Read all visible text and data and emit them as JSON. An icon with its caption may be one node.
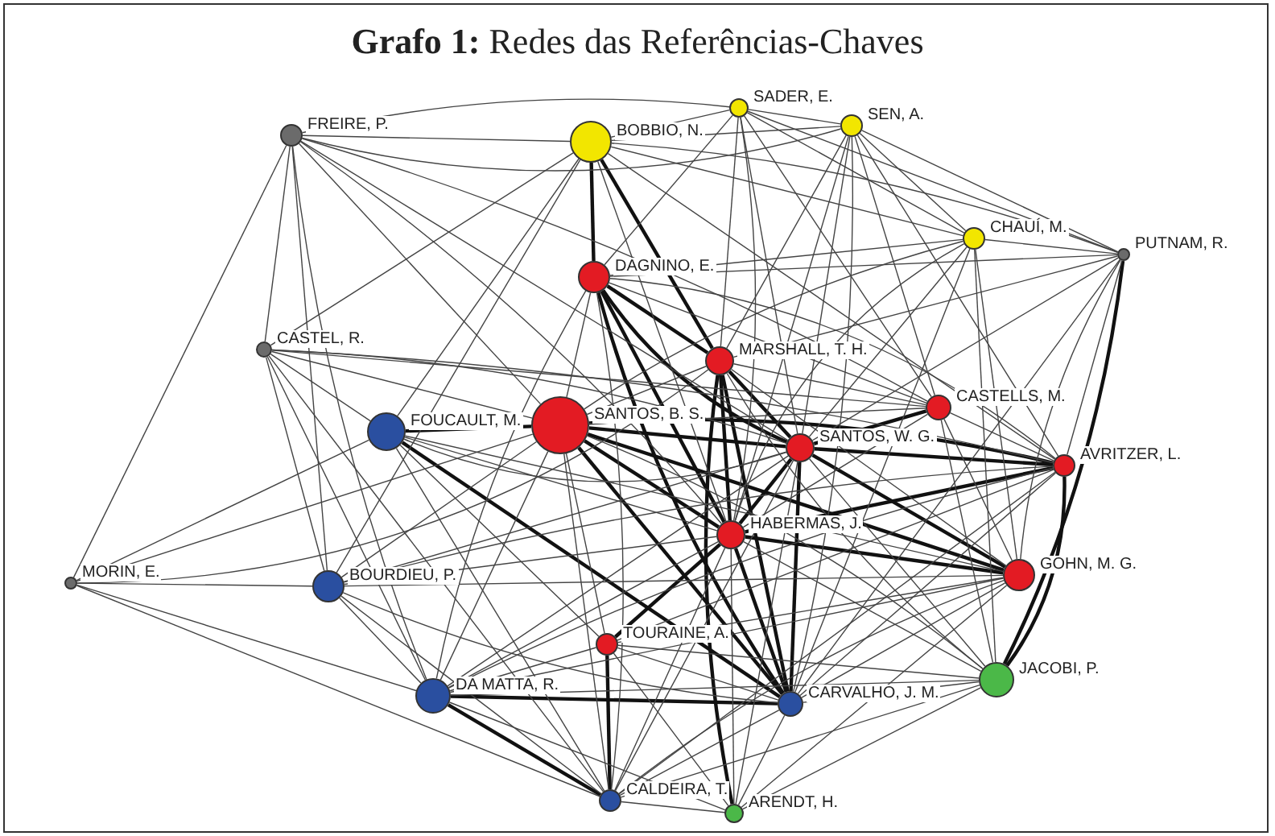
{
  "diagram": {
    "title": "**Grafo 1:** Redes das Referências-Chaves",
    "nodes": [
      {
        "text": [],
        "shape": "circle",
        "beside": [
          "FREIRE, P."
        ]
      },
      {
        "text": [],
        "shape": "circle",
        "beside": [
          "BOBBIO, N."
        ]
      },
      {
        "text": [],
        "shape": "circle",
        "beside": [
          "SADER, E."
        ]
      },
      {
        "text": [],
        "shape": "circle",
        "beside": [
          "SEN, A."
        ]
      },
      {
        "text": [],
        "shape": "circle",
        "beside": [
          "CHAUÍ, M."
        ]
      },
      {
        "text": [],
        "shape": "circle",
        "beside": [
          "PUTNAM, R."
        ]
      },
      {
        "text": [],
        "shape": "circle",
        "beside": [
          "DAGNINO, E."
        ]
      },
      {
        "text": [],
        "shape": "circle",
        "beside": [
          "CASTEL, R."
        ]
      },
      {
        "text": [],
        "shape": "circle",
        "beside": [
          "MARSHALL, T. H."
        ]
      },
      {
        "text": [],
        "shape": "circle",
        "beside": [
          "SANTOS, B. S."
        ]
      },
      {
        "text": [],
        "shape": "circle",
        "beside": [
          "FOUCAULT, M."
        ]
      },
      {
        "text": [],
        "shape": "circle",
        "beside": [
          "CASTELLS, M."
        ]
      },
      {
        "text": [],
        "shape": "circle",
        "beside": [
          "SANTOS, W. G."
        ]
      },
      {
        "text": [],
        "shape": "circle",
        "beside": [
          "AVRITZER, L."
        ]
      },
      {
        "text": [],
        "shape": "circle",
        "beside": [
          "HABERMAS, J."
        ]
      },
      {
        "text": [],
        "shape": "circle",
        "beside": [
          "MORIN, E."
        ]
      },
      {
        "text": [],
        "shape": "circle",
        "beside": [
          "BOURDIEU, P."
        ]
      },
      {
        "text": [],
        "shape": "circle",
        "beside": [
          "GOHN, M. G."
        ]
      },
      {
        "text": [],
        "shape": "circle",
        "beside": [
          "TOURAINE, A."
        ]
      },
      {
        "text": [],
        "shape": "circle",
        "beside": [
          "JACOBI, P."
        ]
      },
      {
        "text": [],
        "shape": "circle",
        "beside": [
          "DA MATTA, R."
        ]
      },
      {
        "text": [],
        "shape": "circle",
        "beside": [
          "CARVALHO, J. M."
        ]
      },
      {
        "text": [],
        "shape": "circle",
        "beside": [
          "CALDEIRA, T."
        ]
      },
      {
        "text": [],
        "shape": "circle",
        "beside": [
          "ARENDT, H."
        ]
      }
    ],
    "edges": [
      {
        "from": 1,
        "to": 6,
        "arrow": "none",
        "style": "thick"
      },
      {
        "from": 1,
        "to": 8,
        "arrow": "none",
        "style": "thick"
      },
      {
        "from": 6,
        "to": 8,
        "arrow": "none",
        "style": "thick"
      },
      {
        "from": 6,
        "to": 12,
        "arrow": "none",
        "style": "thick"
      },
      {
        "from": 6,
        "to": 14,
        "arrow": "none",
        "style": "thick"
      },
      {
        "from": 8,
        "to": 12,
        "arrow": "none",
        "style": "thick"
      },
      {
        "from": 8,
        "to": 14,
        "arrow": "none",
        "style": "thick"
      },
      {
        "from": 8,
        "to": 21,
        "arrow": "none",
        "style": "thick"
      },
      {
        "from": 9,
        "to": 12,
        "arrow": "none",
        "style": "thick"
      },
      {
        "from": 9,
        "to": 13,
        "arrow": "none",
        "style": "thick"
      },
      {
        "from": 9,
        "to": 14,
        "arrow": "none",
        "style": "thick"
      },
      {
        "from": 9,
        "to": 21,
        "arrow": "none",
        "style": "thick"
      },
      {
        "from": 12,
        "to": 13,
        "arrow": "none",
        "style": "thick"
      },
      {
        "from": 12,
        "to": 14,
        "arrow": "none",
        "style": "thick"
      },
      {
        "from": 12,
        "to": 17,
        "arrow": "none",
        "style": "thick"
      },
      {
        "from": 14,
        "to": 21,
        "arrow": "none",
        "style": "thick"
      },
      {
        "from": 14,
        "to": 18,
        "arrow": "none",
        "style": "thick"
      },
      {
        "from": 10,
        "to": 9,
        "arrow": "none",
        "style": "thick"
      },
      {
        "from": 10,
        "to": 21,
        "arrow": "none",
        "style": "thick"
      },
      {
        "from": 20,
        "to": 22,
        "arrow": "none",
        "style": "thick"
      },
      {
        "from": 20,
        "to": 21,
        "arrow": "none",
        "style": "thick"
      },
      {
        "from": 8,
        "to": 23,
        "arrow": "none",
        "style": "thick"
      },
      {
        "from": 13,
        "to": 19,
        "arrow": "none",
        "style": "thick"
      },
      {
        "from": 5,
        "to": 19,
        "arrow": "none",
        "style": "thick"
      },
      {
        "from": 12,
        "to": 11,
        "arrow": "none",
        "style": "thick"
      },
      {
        "from": 18,
        "to": 22,
        "arrow": "none",
        "style": "thick"
      },
      {
        "from": 14,
        "to": 17,
        "arrow": "none",
        "style": "thick"
      },
      {
        "from": 9,
        "to": 17,
        "arrow": "none",
        "style": "thick"
      },
      {
        "from": 6,
        "to": 21,
        "arrow": "none",
        "style": "thick"
      },
      {
        "from": 13,
        "to": 14,
        "arrow": "none",
        "style": "thick"
      },
      {
        "from": 12,
        "to": 21,
        "arrow": "none",
        "style": "thick"
      },
      {
        "from": 0,
        "to": 1,
        "arrow": "none"
      },
      {
        "from": 0,
        "to": 2,
        "arrow": "none"
      },
      {
        "from": 0,
        "to": 3,
        "arrow": "none"
      },
      {
        "from": 0,
        "to": 7,
        "arrow": "none"
      },
      {
        "from": 0,
        "to": 15,
        "arrow": "none"
      },
      {
        "from": 0,
        "to": 16,
        "arrow": "none"
      },
      {
        "from": 0,
        "to": 20,
        "arrow": "none"
      },
      {
        "from": 0,
        "to": 12,
        "arrow": "none"
      },
      {
        "from": 0,
        "to": 11,
        "arrow": "none"
      },
      {
        "from": 0,
        "to": 14,
        "arrow": "none"
      },
      {
        "from": 0,
        "to": 9,
        "arrow": "none"
      },
      {
        "from": 1,
        "to": 2,
        "arrow": "none"
      },
      {
        "from": 1,
        "to": 3,
        "arrow": "none"
      },
      {
        "from": 1,
        "to": 4,
        "arrow": "none"
      },
      {
        "from": 1,
        "to": 5,
        "arrow": "none"
      },
      {
        "from": 1,
        "to": 10,
        "arrow": "none"
      },
      {
        "from": 1,
        "to": 7,
        "arrow": "none"
      },
      {
        "from": 1,
        "to": 13,
        "arrow": "none"
      },
      {
        "from": 1,
        "to": 14,
        "arrow": "none"
      },
      {
        "from": 1,
        "to": 16,
        "arrow": "none"
      },
      {
        "from": 2,
        "to": 3,
        "arrow": "none"
      },
      {
        "from": 2,
        "to": 4,
        "arrow": "none"
      },
      {
        "from": 2,
        "to": 5,
        "arrow": "none"
      },
      {
        "from": 2,
        "to": 8,
        "arrow": "none"
      },
      {
        "from": 2,
        "to": 12,
        "arrow": "none"
      },
      {
        "from": 2,
        "to": 11,
        "arrow": "none"
      },
      {
        "from": 2,
        "to": 6,
        "arrow": "none"
      },
      {
        "from": 2,
        "to": 14,
        "arrow": "none"
      },
      {
        "from": 3,
        "to": 4,
        "arrow": "none"
      },
      {
        "from": 3,
        "to": 5,
        "arrow": "none"
      },
      {
        "from": 3,
        "to": 12,
        "arrow": "none"
      },
      {
        "from": 3,
        "to": 14,
        "arrow": "none"
      },
      {
        "from": 3,
        "to": 13,
        "arrow": "none"
      },
      {
        "from": 3,
        "to": 11,
        "arrow": "none"
      },
      {
        "from": 3,
        "to": 8,
        "arrow": "none"
      },
      {
        "from": 3,
        "to": 21,
        "arrow": "none"
      },
      {
        "from": 4,
        "to": 5,
        "arrow": "none"
      },
      {
        "from": 4,
        "to": 6,
        "arrow": "none"
      },
      {
        "from": 4,
        "to": 12,
        "arrow": "none"
      },
      {
        "from": 4,
        "to": 9,
        "arrow": "none"
      },
      {
        "from": 4,
        "to": 17,
        "arrow": "none"
      },
      {
        "from": 4,
        "to": 19,
        "arrow": "none"
      },
      {
        "from": 4,
        "to": 14,
        "arrow": "none"
      },
      {
        "from": 4,
        "to": 21,
        "arrow": "none"
      },
      {
        "from": 5,
        "to": 6,
        "arrow": "none"
      },
      {
        "from": 5,
        "to": 13,
        "arrow": "none"
      },
      {
        "from": 5,
        "to": 17,
        "arrow": "none"
      },
      {
        "from": 5,
        "to": 21,
        "arrow": "none"
      },
      {
        "from": 5,
        "to": 8,
        "arrow": "none"
      },
      {
        "from": 5,
        "to": 12,
        "arrow": "none"
      },
      {
        "from": 7,
        "to": 10,
        "arrow": "none"
      },
      {
        "from": 7,
        "to": 9,
        "arrow": "none"
      },
      {
        "from": 7,
        "to": 12,
        "arrow": "none"
      },
      {
        "from": 7,
        "to": 16,
        "arrow": "none"
      },
      {
        "from": 7,
        "to": 22,
        "arrow": "none"
      },
      {
        "from": 7,
        "to": 13,
        "arrow": "none"
      },
      {
        "from": 7,
        "to": 11,
        "arrow": "none"
      },
      {
        "from": 7,
        "to": 20,
        "arrow": "none"
      },
      {
        "from": 15,
        "to": 16,
        "arrow": "none"
      },
      {
        "from": 15,
        "to": 20,
        "arrow": "none"
      },
      {
        "from": 15,
        "to": 22,
        "arrow": "none"
      },
      {
        "from": 15,
        "to": 10,
        "arrow": "none"
      },
      {
        "from": 15,
        "to": 9,
        "arrow": "none"
      },
      {
        "from": 15,
        "to": 8,
        "arrow": "none"
      },
      {
        "from": 16,
        "to": 9,
        "arrow": "none"
      },
      {
        "from": 16,
        "to": 17,
        "arrow": "none"
      },
      {
        "from": 16,
        "to": 21,
        "arrow": "none"
      },
      {
        "from": 16,
        "to": 22,
        "arrow": "none"
      },
      {
        "from": 16,
        "to": 20,
        "arrow": "none"
      },
      {
        "from": 16,
        "to": 12,
        "arrow": "none"
      },
      {
        "from": 16,
        "to": 14,
        "arrow": "none"
      },
      {
        "from": 16,
        "to": 13,
        "arrow": "none"
      },
      {
        "from": 10,
        "to": 12,
        "arrow": "none"
      },
      {
        "from": 10,
        "to": 14,
        "arrow": "none"
      },
      {
        "from": 10,
        "to": 22,
        "arrow": "none"
      },
      {
        "from": 10,
        "to": 17,
        "arrow": "none"
      },
      {
        "from": 10,
        "to": 18,
        "arrow": "none"
      },
      {
        "from": 11,
        "to": 13,
        "arrow": "none"
      },
      {
        "from": 11,
        "to": 17,
        "arrow": "none"
      },
      {
        "from": 11,
        "to": 19,
        "arrow": "none"
      },
      {
        "from": 11,
        "to": 14,
        "arrow": "none"
      },
      {
        "from": 11,
        "to": 9,
        "arrow": "none"
      },
      {
        "from": 13,
        "to": 21,
        "arrow": "none"
      },
      {
        "from": 13,
        "to": 18,
        "arrow": "none"
      },
      {
        "from": 13,
        "to": 22,
        "arrow": "none"
      },
      {
        "from": 13,
        "to": 20,
        "arrow": "none"
      },
      {
        "from": 17,
        "to": 21,
        "arrow": "none"
      },
      {
        "from": 17,
        "to": 20,
        "arrow": "none"
      },
      {
        "from": 17,
        "to": 18,
        "arrow": "none"
      },
      {
        "from": 17,
        "to": 22,
        "arrow": "none"
      },
      {
        "from": 17,
        "to": 23,
        "arrow": "none"
      },
      {
        "from": 19,
        "to": 21,
        "arrow": "none"
      },
      {
        "from": 19,
        "to": 20,
        "arrow": "none"
      },
      {
        "from": 19,
        "to": 23,
        "arrow": "none"
      },
      {
        "from": 19,
        "to": 22,
        "arrow": "none"
      },
      {
        "from": 19,
        "to": 14,
        "arrow": "none"
      },
      {
        "from": 19,
        "to": 18,
        "arrow": "none"
      },
      {
        "from": 19,
        "to": 9,
        "arrow": "none"
      },
      {
        "from": 20,
        "to": 18,
        "arrow": "none"
      },
      {
        "from": 20,
        "to": 14,
        "arrow": "none"
      },
      {
        "from": 20,
        "to": 12,
        "arrow": "none"
      },
      {
        "from": 20,
        "to": 23,
        "arrow": "none"
      },
      {
        "from": 18,
        "to": 21,
        "arrow": "none"
      },
      {
        "from": 18,
        "to": 23,
        "arrow": "none"
      },
      {
        "from": 21,
        "to": 23,
        "arrow": "none"
      },
      {
        "from": 22,
        "to": 23,
        "arrow": "none"
      },
      {
        "from": 22,
        "to": 21,
        "arrow": "none"
      },
      {
        "from": 14,
        "to": 22,
        "arrow": "none"
      },
      {
        "from": 14,
        "to": 23,
        "arrow": "none"
      },
      {
        "from": 9,
        "to": 22,
        "arrow": "none"
      },
      {
        "from": 9,
        "to": 20,
        "arrow": "none"
      },
      {
        "from": 9,
        "to": 18,
        "arrow": "none"
      },
      {
        "from": 6,
        "to": 20,
        "arrow": "none"
      },
      {
        "from": 6,
        "to": 22,
        "arrow": "none"
      },
      {
        "from": 6,
        "to": 9,
        "arrow": "none"
      },
      {
        "from": 8,
        "to": 9,
        "arrow": "none"
      },
      {
        "from": 8,
        "to": 11,
        "arrow": "none"
      },
      {
        "from": 8,
        "to": 17,
        "arrow": "none"
      },
      {
        "from": 6,
        "to": 11,
        "arrow": "none"
      },
      {
        "from": 6,
        "to": 13,
        "arrow": "none"
      },
      {
        "from": 12,
        "to": 22,
        "arrow": "none"
      },
      {
        "from": 12,
        "to": 23,
        "arrow": "none"
      },
      {
        "from": 12,
        "to": 19,
        "arrow": "none"
      },
      {
        "from": 8,
        "to": 19,
        "arrow": "none"
      }
    ]
  }
}
